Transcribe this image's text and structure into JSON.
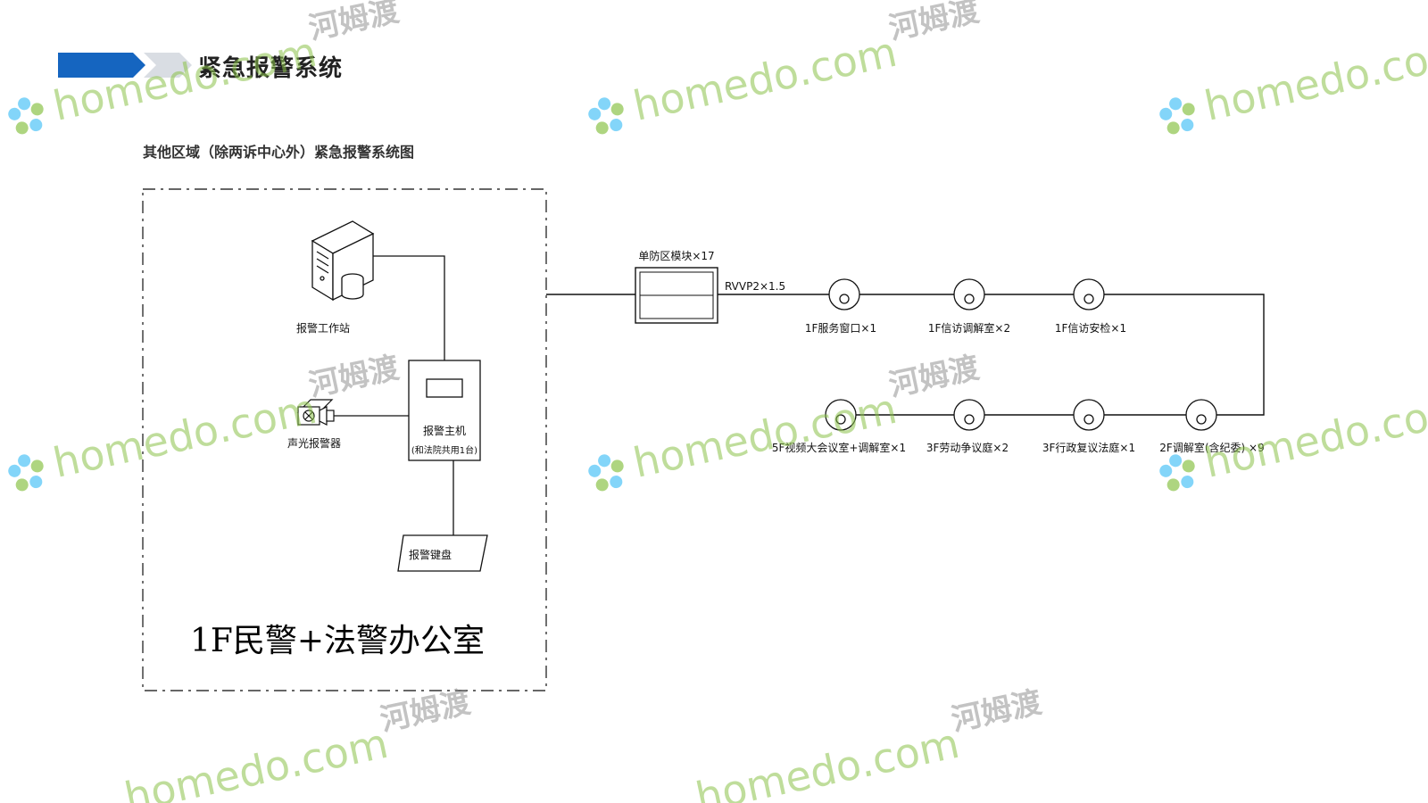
{
  "header": {
    "title": "紧急报警系统"
  },
  "subtitle": "其他区域（除两诉中心外）紧急报警系统图",
  "diagram": {
    "office_label": "1F民警+法警办公室",
    "workstation_label": "报警工作站",
    "host_label_1": "报警主机",
    "host_label_2": "(和法院共用1台)",
    "siren_label": "声光报警器",
    "keyboard_label": "报警键盘",
    "module_label": "单防区模块×17",
    "cable_label": "RVVP2×1.5",
    "top_row": [
      "1F服务窗口×1",
      "1F信访调解室×2",
      "1F信访安检×1"
    ],
    "bottom_row": [
      "5F视频大会议室+调解室×1",
      "3F劳动争议庭×2",
      "3F行政复议法庭×1",
      "2F调解室(含纪委) ×9"
    ]
  },
  "watermark": {
    "text": "homedo.com",
    "cn": "河姆渡"
  },
  "colors": {
    "header_dark": "#1565c0",
    "header_light": "#d9dde3",
    "watermark_green": "#8bc34a",
    "watermark_blue": "#4fc3f7"
  }
}
